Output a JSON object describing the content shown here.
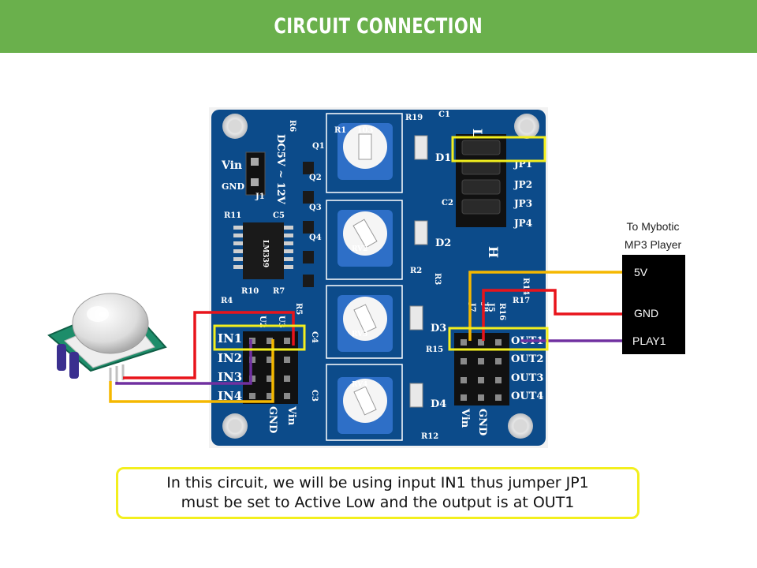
{
  "header": {
    "title": "CIRCUIT CONNECTION"
  },
  "board": {
    "power_label": "DC5V ~ 12V",
    "power_pins": [
      "Vin",
      "GND"
    ],
    "inputs": [
      "IN1",
      "IN2",
      "IN3",
      "IN4"
    ],
    "input_bottom_labels": [
      "GND",
      "Vin"
    ],
    "jumpers": [
      "JP1",
      "JP2",
      "JP3",
      "JP4"
    ],
    "jumper_labels": [
      "L",
      "H"
    ],
    "outputs": [
      "OUT1",
      "OUT2",
      "OUT3",
      "OUT4"
    ],
    "output_bottom_labels": [
      "Vin",
      "GND"
    ],
    "pots": [
      "RV1",
      "RV2",
      "RV3",
      "RV4"
    ],
    "pot_code": "103",
    "leds": [
      "D1",
      "D2",
      "D3",
      "D4"
    ],
    "small_labels": [
      "R6",
      "Q1",
      "Q2",
      "Q3",
      "Q4",
      "R11",
      "C5",
      "R19",
      "R1",
      "C1",
      "C2",
      "R2",
      "R3",
      "R4",
      "R10",
      "R7",
      "R5",
      "C4",
      "U2",
      "U3",
      "C3",
      "R15",
      "R12",
      "R14",
      "R17",
      "R16",
      "J5",
      "J7",
      "J8",
      "J1"
    ],
    "ic_label": "LM339"
  },
  "mp3": {
    "title_lines": [
      "To Mybotic",
      "MP3 Player"
    ],
    "pins": [
      "5V",
      "GND",
      "PLAY1"
    ]
  },
  "wires": {
    "power_color": "#f5b800",
    "ground_color": "#e8141b",
    "signal_color": "#7030a0",
    "highlight_color": "#f3ef1e"
  },
  "caption": {
    "lines": [
      "In this circuit, we will be using input IN1 thus jumper JP1",
      "must be set to Active Low and the output is at OUT1"
    ]
  }
}
